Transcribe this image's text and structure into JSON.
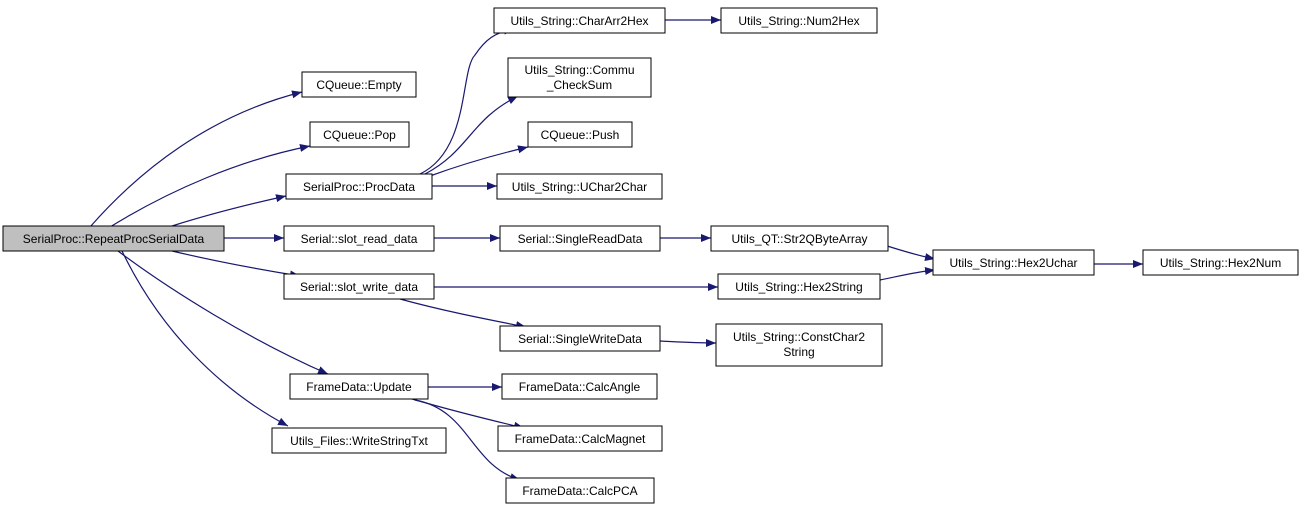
{
  "colors": {
    "node_fill": "#ffffff",
    "root_fill": "#bfbfbf",
    "node_border": "#000000",
    "edge": "#191970"
  },
  "nodes": {
    "root": "SerialProc::RepeatProcSerialData",
    "cqueue_empty": "CQueue::Empty",
    "cqueue_pop": "CQueue::Pop",
    "procdata": "SerialProc::ProcData",
    "slot_read": "Serial::slot_read_data",
    "slot_write": "Serial::slot_write_data",
    "fd_update": "FrameData::Update",
    "writestringtxt": "Utils_Files::WriteStringTxt",
    "chararr2hex": "Utils_String::CharArr2Hex",
    "commu_line1": "Utils_String::Commu",
    "commu_line2": "_CheckSum",
    "cqueue_push": "CQueue::Push",
    "uchar2char": "Utils_String::UChar2Char",
    "singleread": "Serial::SingleReadData",
    "singlewrite": "Serial::SingleWriteData",
    "calcangle": "FrameData::CalcAngle",
    "calcmagnet": "FrameData::CalcMagnet",
    "calcpca": "FrameData::CalcPCA",
    "num2hex": "Utils_String::Num2Hex",
    "str2qbyte": "Utils_QT::Str2QByteArray",
    "hex2string": "Utils_String::Hex2String",
    "constchar_line1": "Utils_String::ConstChar2",
    "constchar_line2": "String",
    "hex2uchar": "Utils_String::Hex2Uchar",
    "hex2num": "Utils_String::Hex2Num"
  }
}
